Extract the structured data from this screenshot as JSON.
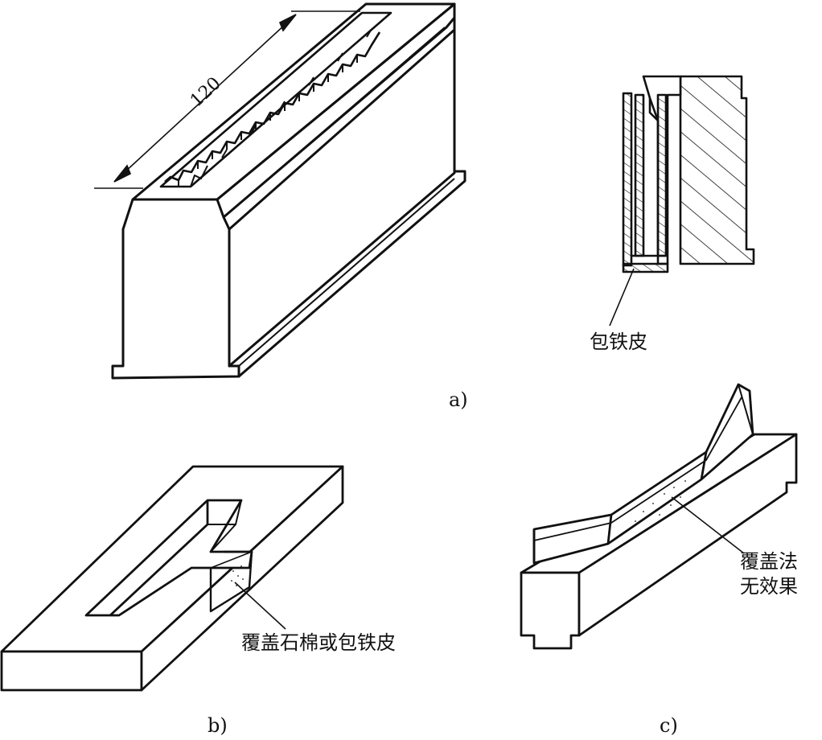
{
  "figure": {
    "panel_a": {
      "caption": "a)",
      "dimension_label": "120",
      "callout": "包铁皮"
    },
    "panel_b": {
      "caption": "b)",
      "callout": "覆盖石棉或包铁皮"
    },
    "panel_c": {
      "caption": "c)",
      "callout_line1": "覆盖法",
      "callout_line2": "无效果"
    }
  }
}
